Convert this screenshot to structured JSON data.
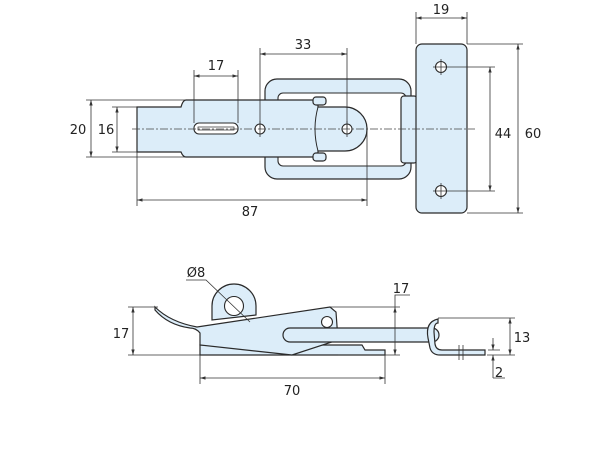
{
  "top_view": {
    "dims": {
      "slot_length": "17",
      "hole_spacing": "33",
      "plate_width": "19",
      "overall_length": "87",
      "bar_width": "20",
      "bar_narrow_width": "16",
      "plate_hole_spacing": "44",
      "plate_height": "60"
    }
  },
  "side_view": {
    "dims": {
      "eye_diameter": "Ø8",
      "height_left": "17",
      "height_right": "17",
      "base_length": "70",
      "hook_height": "13",
      "plate_thickness": "2"
    }
  },
  "colors": {
    "fill": "#dcedf9",
    "stroke": "#2a2a2a"
  }
}
